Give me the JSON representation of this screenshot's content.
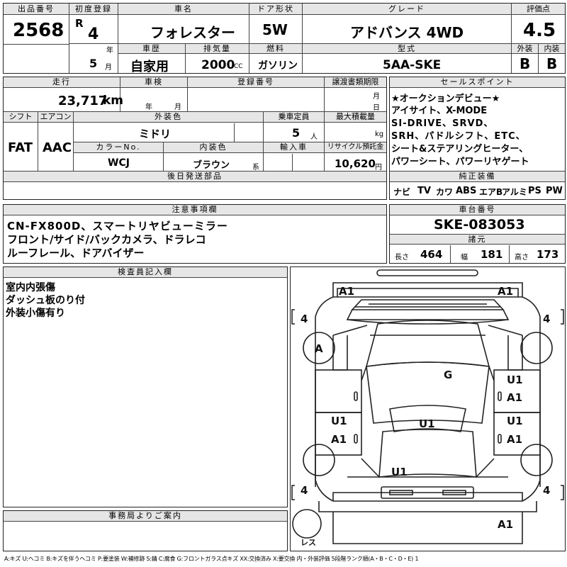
{
  "lot": {
    "label": "出品番号",
    "value": "2568"
  },
  "first_reg": {
    "label": "初度登録",
    "era": "R",
    "year": "4",
    "year_unit": "年",
    "month": "5",
    "month_unit": "月"
  },
  "car_name": {
    "label": "車名",
    "value": "フォレスター"
  },
  "door": {
    "label": "ドア形状",
    "value": "5W"
  },
  "grade": {
    "label": "グレード",
    "value": "アドバンス 4WD"
  },
  "score": {
    "label": "評価点",
    "value": "4.5"
  },
  "history": {
    "label": "車歴",
    "value": "自家用"
  },
  "displacement": {
    "label": "排気量",
    "value": "2000",
    "unit": "CC"
  },
  "fuel": {
    "label": "燃料",
    "value": "ガソリン"
  },
  "model_code": {
    "label": "型式",
    "value": "5AA-SKE"
  },
  "exterior_grade": {
    "label": "外装",
    "value": "B"
  },
  "interior_grade": {
    "label": "内装",
    "value": "B"
  },
  "mileage": {
    "label": "走行",
    "value": "23,717",
    "unit": "km"
  },
  "inspection": {
    "label": "車検",
    "year_unit": "年",
    "month_unit": "月"
  },
  "registration_no": {
    "label": "登録番号",
    "value": ""
  },
  "transfer_deadline": {
    "label": "譲渡書類期限",
    "month_unit": "月",
    "day_unit": "日"
  },
  "sales_points": {
    "label": "セールスポイント",
    "lines": [
      "★オークションデビュー★",
      "アイサイト、X-MODE",
      "SI-DRIVE、SRVD、",
      "SRH、パドルシフト、ETC、",
      "シート&ステアリングヒーター、",
      "パワーシート、パワーリヤゲート"
    ]
  },
  "shift": {
    "label": "シフト",
    "value": "FAT"
  },
  "aircon": {
    "label": "エアコン",
    "value": "AAC"
  },
  "exterior_color": {
    "label": "外装色",
    "value": "ミドリ"
  },
  "capacity": {
    "label": "乗車定員",
    "value": "5",
    "unit": "人"
  },
  "max_load": {
    "label": "最大積載量",
    "unit": "kg"
  },
  "color_no": {
    "label": "カラーNo.",
    "value": "WCJ"
  },
  "interior_color": {
    "label": "内装色",
    "value": "ブラウン",
    "suffix": "系"
  },
  "import": {
    "label": "輸入車",
    "value": ""
  },
  "recycle": {
    "label": "リサイクル預託金",
    "value": "10,620",
    "unit": "円"
  },
  "later_parts": {
    "label": "後日発送部品",
    "value": ""
  },
  "genuine_equipment": {
    "label": "純正装備",
    "items": [
      "ナビ",
      "TV",
      "カワ",
      "ABS",
      "エアB",
      "アルミ",
      "PS",
      "PW"
    ]
  },
  "notes": {
    "label": "注意事項欄",
    "lines": [
      "CN-FX800D、スマートリヤビューミラー",
      "フロント/サイド/バックカメラ、ドラレコ",
      "ルーフレール、ドアバイザー"
    ]
  },
  "chassis": {
    "label": "車台番号",
    "value": "SKE-083053"
  },
  "specs": {
    "label": "諸元",
    "length_label": "長さ",
    "length": "464",
    "width_label": "幅",
    "width": "181",
    "height_label": "高さ",
    "height": "173"
  },
  "inspector_notes": {
    "label": "検査員記入欄",
    "lines": [
      "室内内張傷",
      "ダッシュ板のり付",
      "外装小傷有り"
    ]
  },
  "office_notes": {
    "label": "事務局よりご案内",
    "value": ""
  },
  "diagram_marks": [
    "A1",
    "A1",
    "4",
    "4",
    "4",
    "4",
    "A",
    "G",
    "U1",
    "A1",
    "U1",
    "A1",
    "U1",
    "U1",
    "A1",
    "A1",
    "U1",
    "A1",
    "レス"
  ],
  "legend": "A:キズ U:ヘコミ B:キズを伴うヘコミ P:要塗装 W:補修跡 S:錆 C:腐食 G:フロントガラス点キズ XX:交換済み X:要交換 内・外装評価 5段階ランク順(A・B・C・D・E) 1"
}
